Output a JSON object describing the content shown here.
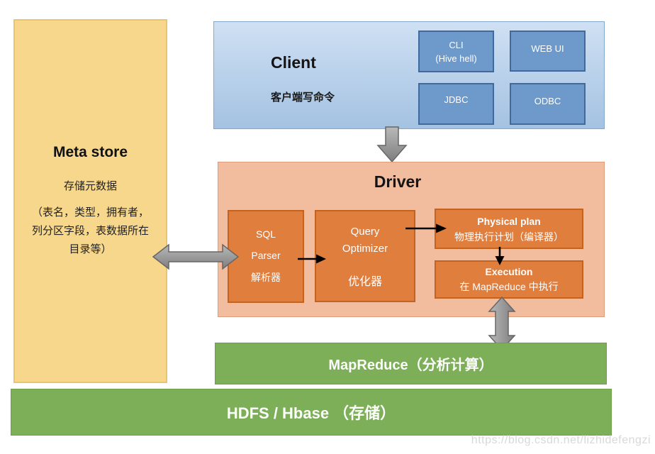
{
  "meta_store": {
    "title": "Meta store",
    "subtitle": "存储元数据",
    "detail_line1": "（表名，类型，拥有者，",
    "detail_line2": "列分区字段，表数据所在",
    "detail_line3": "目录等）"
  },
  "client": {
    "title": "Client",
    "subtitle": "客户端写命令",
    "cli_line1": "CLI",
    "cli_line2": "(Hive hell)",
    "web_ui": "WEB UI",
    "jdbc": "JDBC",
    "odbc": "ODBC"
  },
  "driver": {
    "title": "Driver",
    "sql_parser_line1": "SQL",
    "sql_parser_line2": "Parser",
    "sql_parser_line3": "解析器",
    "query_optimizer_line1": "Query",
    "query_optimizer_line2": "Optimizer",
    "query_optimizer_line3": "优化器",
    "physical_plan_line1": "Physical plan",
    "physical_plan_line2": "物理执行计划（编译器）",
    "execution_line1": "Execution",
    "execution_line2": "在 MapReduce 中执行"
  },
  "mapreduce_bar": {
    "label": "MapReduce（分析计算）"
  },
  "hdfs_bar": {
    "label": "HDFS / Hbase （存储）"
  },
  "watermark": {
    "text": "https://blog.csdn.net/lizhidefengzi"
  },
  "colors": {
    "meta_store_fill": "#f6d78c",
    "meta_store_border": "#eac36d",
    "client_fill_top": "#cfe0f3",
    "client_fill_bottom": "#a4c2e2",
    "client_border": "#84a8ca",
    "client_inner_fill": "#6e9acb",
    "client_inner_border": "#41699e",
    "driver_fill": "#f2bd9e",
    "driver_border": "#dd9c7c",
    "driver_inner_fill": "#e07e3e",
    "driver_inner_border": "#c4631f",
    "green_fill": "#7dae58",
    "arrow_gray": "#9c9c9c",
    "black_arrow": "#000000",
    "watermark_gray": "#d8d8d8"
  }
}
